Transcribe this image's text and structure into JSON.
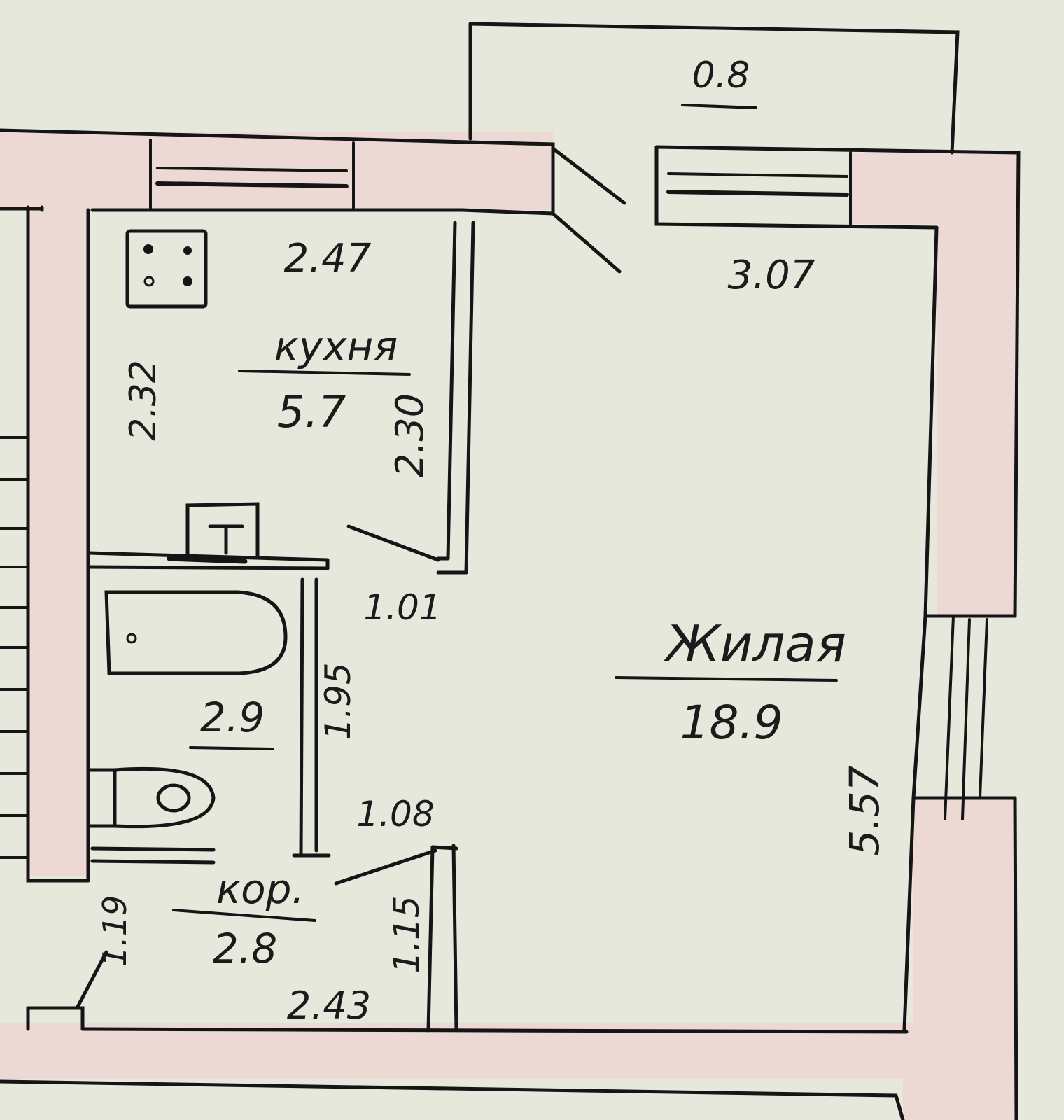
{
  "colors": {
    "paper": "#e6e8dc",
    "wall_fill": "#ecd9d3",
    "ink": "#151515"
  },
  "rooms": {
    "kitchen": {
      "name": "кухня",
      "area": "5.7"
    },
    "living": {
      "name": "Жилая",
      "area": "18.9"
    },
    "bathroom": {
      "area": "2.9"
    },
    "corridor": {
      "name": "кор.",
      "area": "2.8"
    },
    "balcony": {
      "area": "0.8"
    }
  },
  "dimensions": {
    "kitchen_width": "2.47",
    "kitchen_depth_left": "2.32",
    "kitchen_depth_right": "2.30",
    "kitchen_door": "1.01",
    "living_width": "3.07",
    "living_depth": "5.57",
    "bathroom_depth": "1.95",
    "bathroom_width": "1.08",
    "corridor_left": "1.19",
    "corridor_right": "1.15",
    "corridor_width": "2.43"
  },
  "icons": {
    "stove": "stove-icon",
    "sink": "sink-icon",
    "bathtub": "bathtub-icon",
    "toilet": "toilet-icon"
  }
}
